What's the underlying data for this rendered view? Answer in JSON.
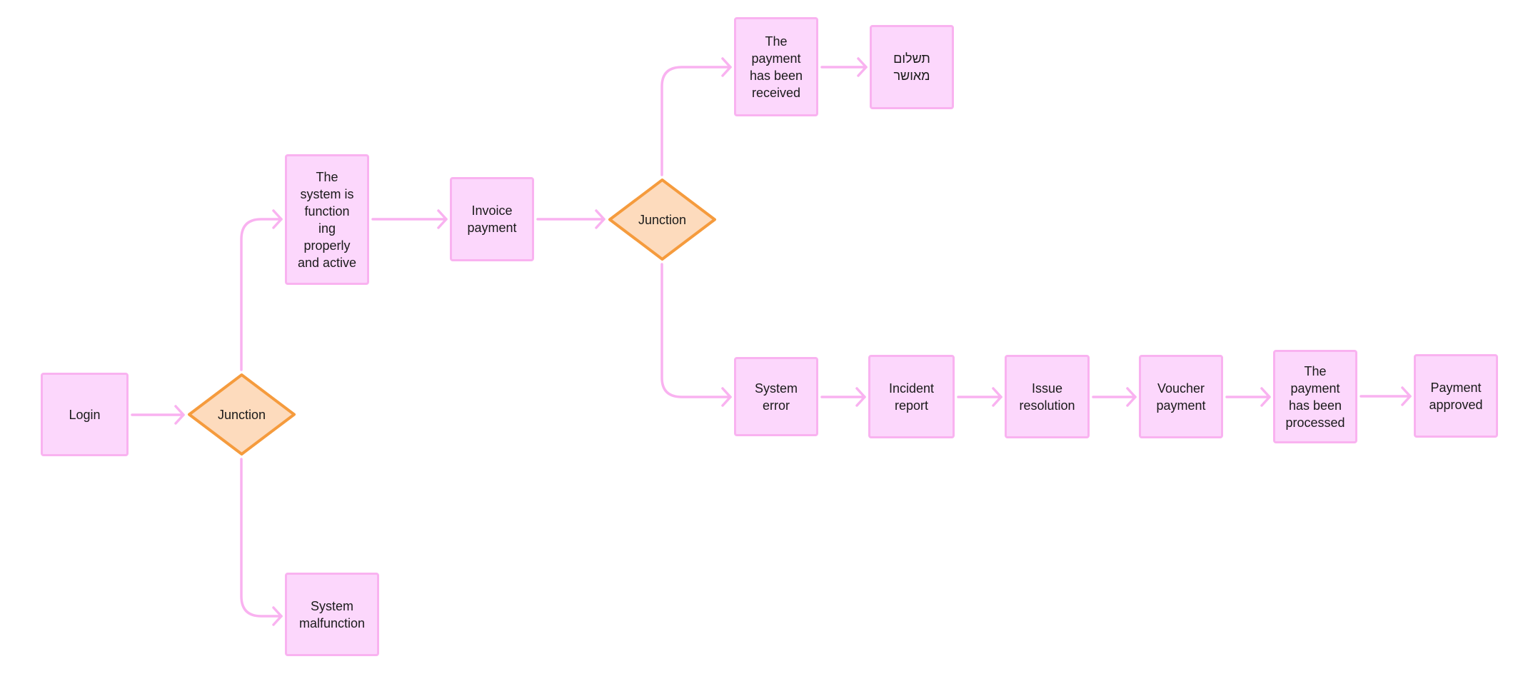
{
  "colors": {
    "box_fill": "#fcd7fc",
    "box_border": "#f9b2f0",
    "arrow": "#f9b2f0",
    "junction_fill": "#fddbbd",
    "junction_border": "#f59b3d"
  },
  "nodes": [
    {
      "id": "login",
      "kind": "box",
      "label": "Login"
    },
    {
      "id": "junction1",
      "kind": "junction",
      "label": "Junction"
    },
    {
      "id": "system-active",
      "kind": "box",
      "label": "The\nsystem is\nfunction\ning\nproperly\nand active"
    },
    {
      "id": "system-malfunction",
      "kind": "box",
      "label": "System\nmalfunction"
    },
    {
      "id": "invoice-payment",
      "kind": "box",
      "label": "Invoice\npayment"
    },
    {
      "id": "junction2",
      "kind": "junction",
      "label": "Junction"
    },
    {
      "id": "payment-received",
      "kind": "box",
      "label": "The\npayment\nhas been\nreceived"
    },
    {
      "id": "payment-approved-he",
      "kind": "box",
      "label": "תשלום\nמאושר"
    },
    {
      "id": "system-error",
      "kind": "box",
      "label": "System\nerror"
    },
    {
      "id": "incident-report",
      "kind": "box",
      "label": "Incident\nreport"
    },
    {
      "id": "issue-resolution",
      "kind": "box",
      "label": "Issue\nresolution"
    },
    {
      "id": "voucher-payment",
      "kind": "box",
      "label": "Voucher\npayment"
    },
    {
      "id": "payment-processed",
      "kind": "box",
      "label": "The\npayment\nhas been\nprocessed"
    },
    {
      "id": "payment-approved",
      "kind": "box",
      "label": "Payment\napproved"
    }
  ],
  "edges": [
    {
      "from": "login",
      "to": "junction1"
    },
    {
      "from": "junction1",
      "to": "system-active"
    },
    {
      "from": "junction1",
      "to": "system-malfunction"
    },
    {
      "from": "system-active",
      "to": "invoice-payment"
    },
    {
      "from": "invoice-payment",
      "to": "junction2"
    },
    {
      "from": "junction2",
      "to": "payment-received"
    },
    {
      "from": "junction2",
      "to": "system-error"
    },
    {
      "from": "payment-received",
      "to": "payment-approved-he"
    },
    {
      "from": "system-error",
      "to": "incident-report"
    },
    {
      "from": "incident-report",
      "to": "issue-resolution"
    },
    {
      "from": "issue-resolution",
      "to": "voucher-payment"
    },
    {
      "from": "voucher-payment",
      "to": "payment-processed"
    },
    {
      "from": "payment-processed",
      "to": "payment-approved"
    }
  ]
}
